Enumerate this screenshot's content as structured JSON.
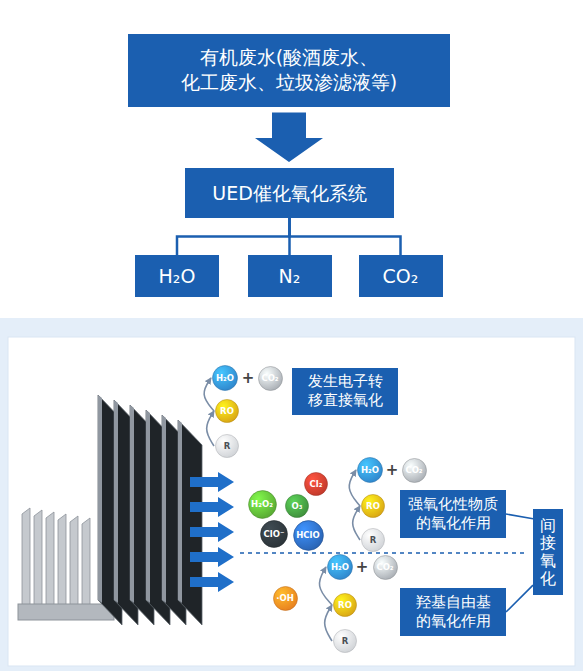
{
  "diagram": {
    "nodes": [
      {
        "text": [
          "有机废水(酸酒废水、 化工废水、垃圾渗滤液等)"
        ]
      },
      {
        "text": [
          "UED催化氧化系统"
        ]
      },
      {
        "text": [
          "H₂O"
        ]
      },
      {
        "text": [
          "N₂"
        ]
      },
      {
        "text": [
          "CO₂"
        ]
      },
      {
        "text": [
          "H₂O"
        ]
      },
      {
        "text": [
          "CO₂"
        ]
      },
      {
        "text": [
          "RO"
        ]
      },
      {
        "text": [
          "R"
        ]
      },
      {
        "text": [
          "发生电子转 移直接氧化"
        ]
      },
      {
        "text": [
          "Cl₂"
        ]
      },
      {
        "text": [
          "H₂O"
        ]
      },
      {
        "text": [
          "CO₂"
        ]
      },
      {
        "text": [
          "H₂O₂"
        ]
      },
      {
        "text": [
          "O₃"
        ]
      },
      {
        "text": [
          "RO"
        ]
      },
      {
        "text": [
          "强氧化性物质 的氧化作用"
        ]
      },
      {
        "text": [
          "ClO⁻"
        ]
      },
      {
        "text": [
          "HClO"
        ]
      },
      {
        "text": [
          "R"
        ]
      },
      {
        "text": [
          "间接氧化"
        ]
      },
      {
        "text": [
          "·OH"
        ]
      },
      {
        "text": [
          "H₂O"
        ]
      },
      {
        "text": [
          "CO₂"
        ]
      },
      {
        "text": [
          "RO"
        ]
      },
      {
        "text": [
          "R"
        ]
      },
      {
        "text": [
          "羟基自由基 的氧化作用"
        ]
      }
    ],
    "edges": [
      {
        "from": 0,
        "to": 1,
        "arrow": "to"
      },
      {
        "from": 1,
        "to": 2,
        "arrow": "none"
      },
      {
        "from": 1,
        "to": 3,
        "arrow": "none"
      },
      {
        "from": 1,
        "to": 4,
        "arrow": "none"
      },
      {
        "from": 8,
        "to": 7,
        "arrow": "to"
      },
      {
        "from": 7,
        "to": 5,
        "arrow": "to"
      },
      {
        "from": 19,
        "to": 15,
        "arrow": "to"
      },
      {
        "from": 15,
        "to": 11,
        "arrow": "to"
      },
      {
        "from": 25,
        "to": 24,
        "arrow": "to"
      },
      {
        "from": 24,
        "to": 22,
        "arrow": "to"
      },
      {
        "from": 16,
        "to": 20,
        "arrow": "none"
      },
      {
        "from": 26,
        "to": 20,
        "arrow": "none"
      }
    ],
    "labels": [
      "+",
      "+",
      "+"
    ]
  }
}
